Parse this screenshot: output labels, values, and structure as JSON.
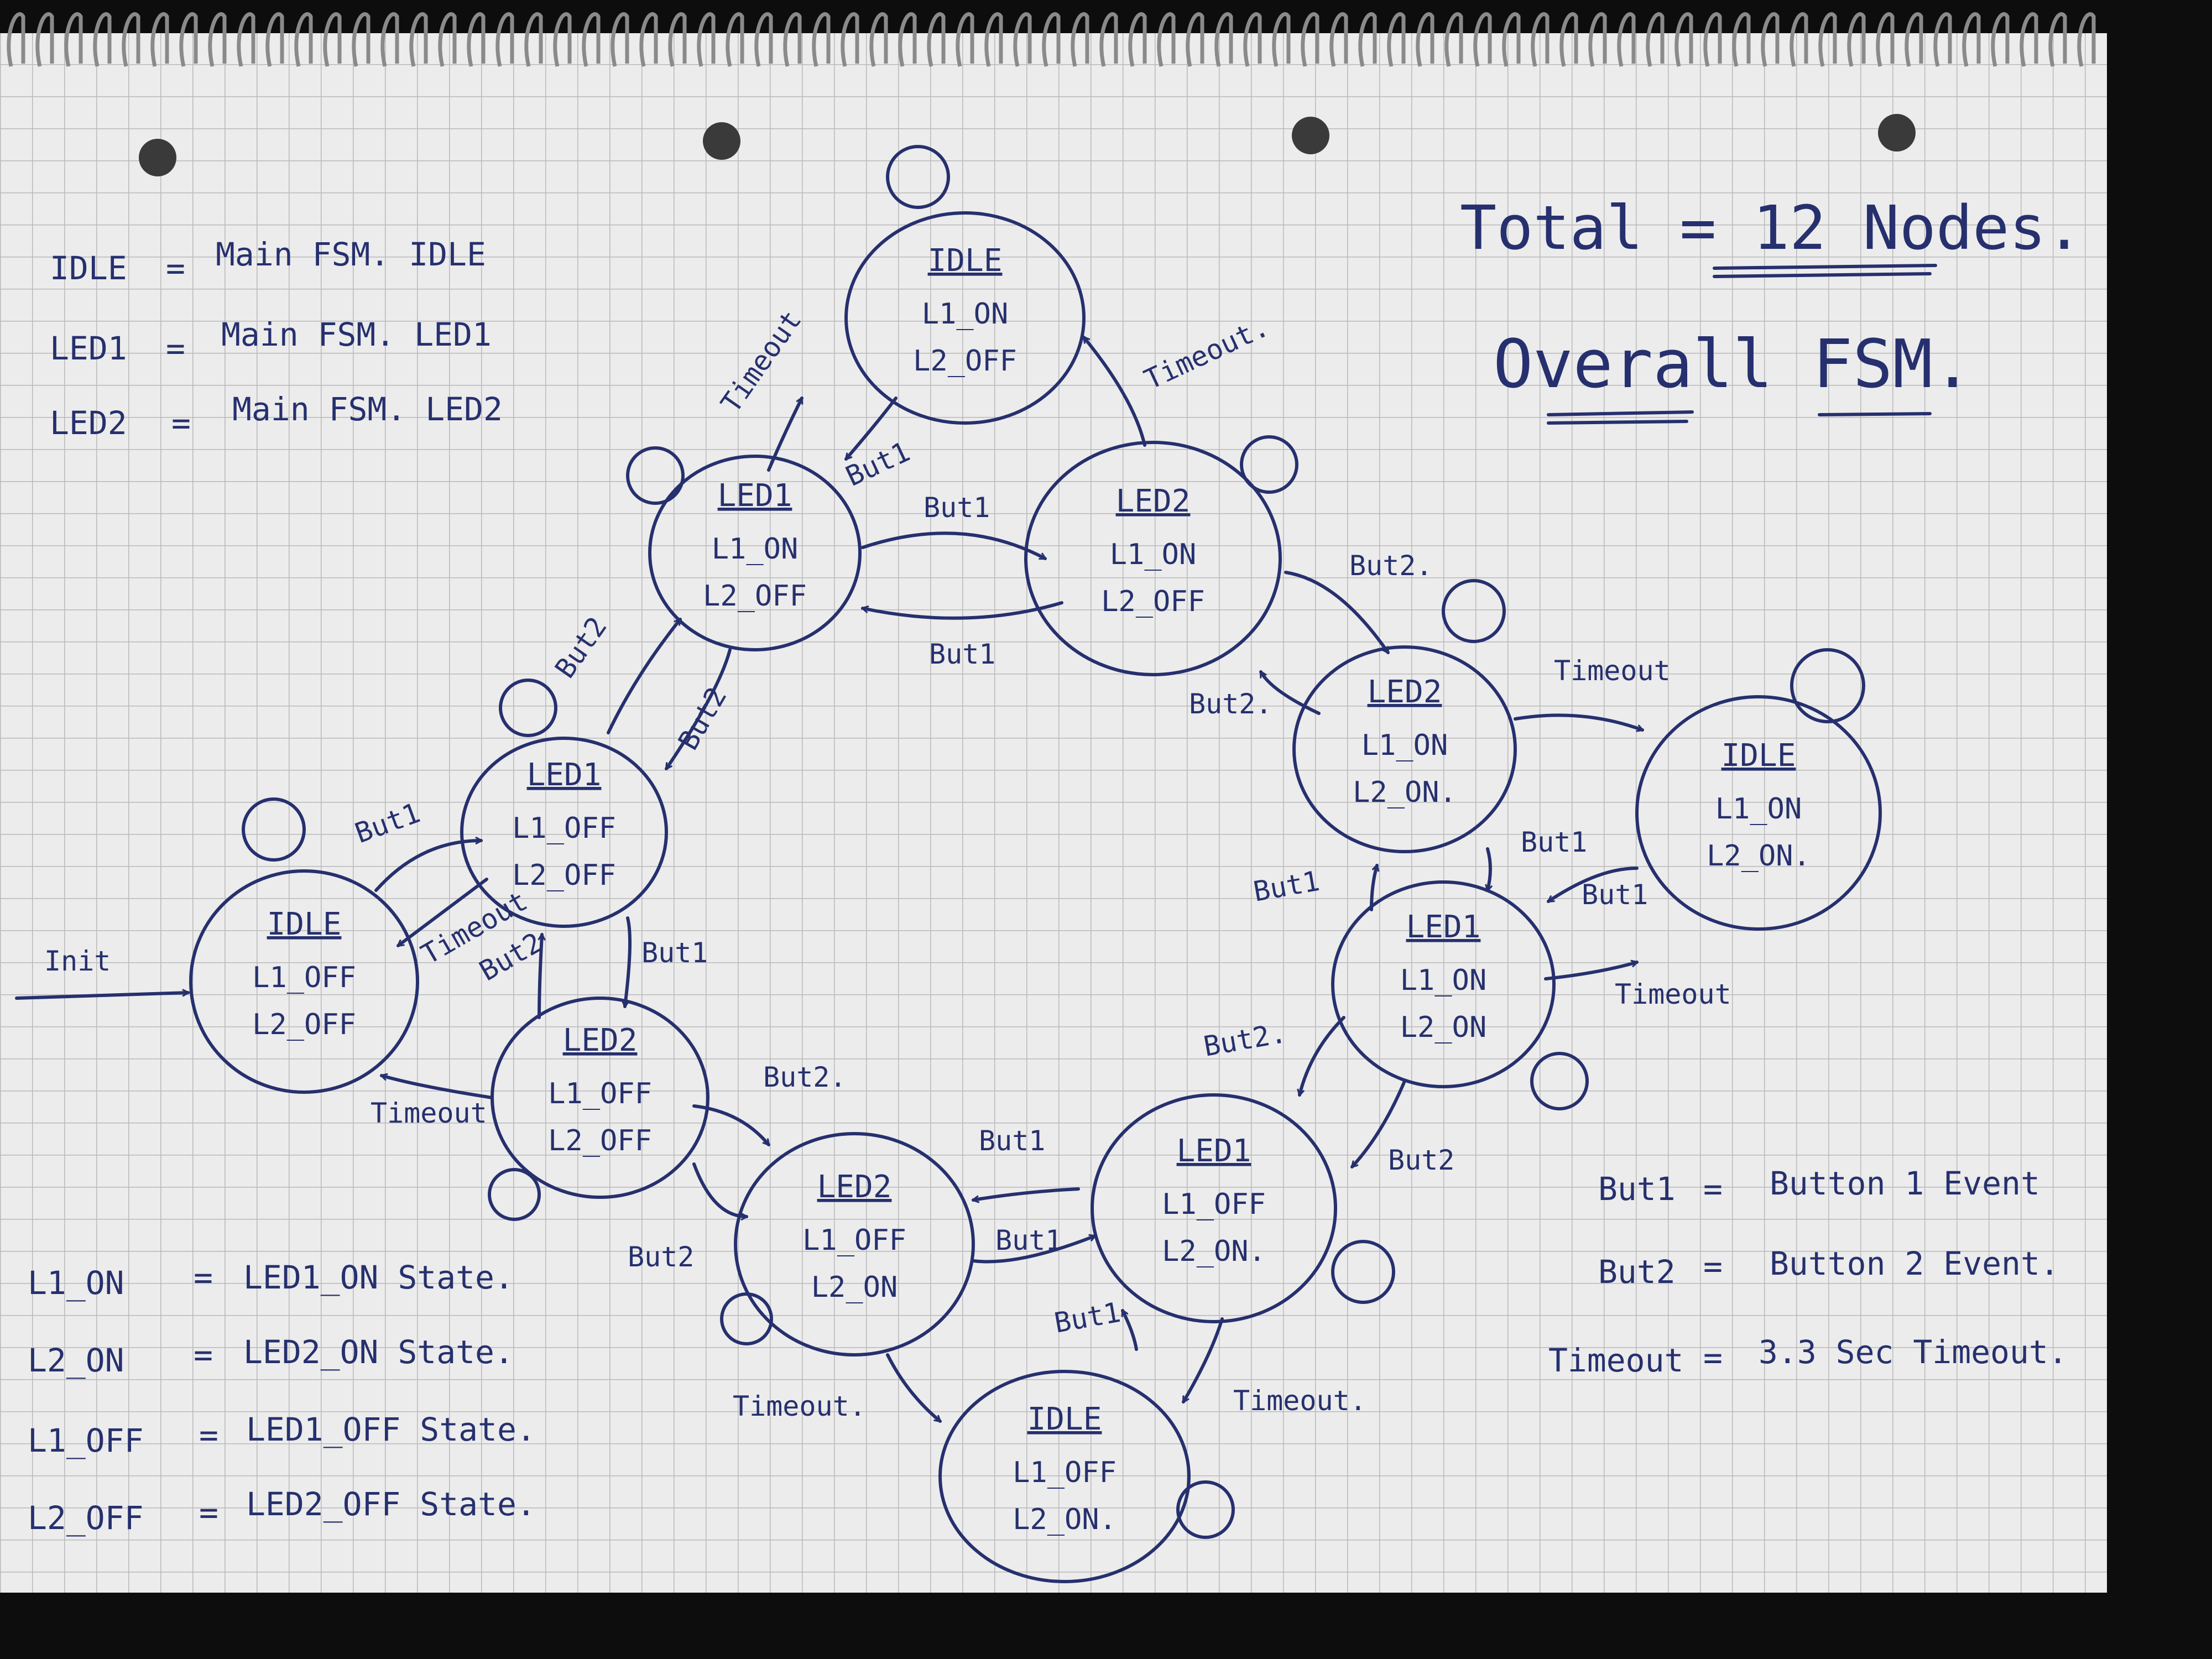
{
  "title": "Total = 12 Nodes.",
  "subtitle": "Overall FSM.",
  "legend_states": [
    {
      "abbr": "IDLE",
      "desc": "Main FSM. IDLE"
    },
    {
      "abbr": "LED1",
      "desc": "Main FSM. LED1"
    },
    {
      "abbr": "LED2",
      "desc": "Main FSM. LED2"
    }
  ],
  "legend_outputs": [
    {
      "abbr": "L1_ON",
      "desc": "LED1_ON State."
    },
    {
      "abbr": "L2_ON",
      "desc": "LED2_ON State."
    },
    {
      "abbr": "L1_OFF",
      "desc": "LED1_OFF State."
    },
    {
      "abbr": "L2_OFF",
      "desc": "LED2_OFF State."
    }
  ],
  "legend_events": [
    {
      "abbr": "But1",
      "desc": "Button 1 Event"
    },
    {
      "abbr": "But2",
      "desc": "Button 2 Event."
    },
    {
      "abbr": "Timeout",
      "desc": "3.3 Sec Timeout."
    }
  ],
  "init_label": "Init",
  "nodes": [
    {
      "id": "n1",
      "name": "IDLE",
      "l1": "L1_OFF",
      "l2": "L2_OFF"
    },
    {
      "id": "n2",
      "name": "LED1",
      "l1": "L1_OFF",
      "l2": "L2_OFF"
    },
    {
      "id": "n3",
      "name": "LED2",
      "l1": "L1_OFF",
      "l2": "L2_OFF"
    },
    {
      "id": "n4",
      "name": "LED1",
      "l1": "L1_ON",
      "l2": "L2_OFF"
    },
    {
      "id": "n5",
      "name": "IDLE",
      "l1": "L1_ON",
      "l2": "L2_OFF"
    },
    {
      "id": "n6",
      "name": "LED2",
      "l1": "L1_ON",
      "l2": "L2_OFF"
    },
    {
      "id": "n7",
      "name": "LED2",
      "l1": "L1_ON",
      "l2": "L2_ON."
    },
    {
      "id": "n8",
      "name": "IDLE",
      "l1": "L1_ON",
      "l2": "L2_ON."
    },
    {
      "id": "n9",
      "name": "LED1",
      "l1": "L1_ON",
      "l2": "L2_ON"
    },
    {
      "id": "n10",
      "name": "LED1",
      "l1": "L1_OFF",
      "l2": "L2_ON."
    },
    {
      "id": "n11",
      "name": "LED2",
      "l1": "L1_OFF",
      "l2": "L2_ON"
    },
    {
      "id": "n12",
      "name": "IDLE",
      "l1": "L1_OFF",
      "l2": "L2_ON."
    }
  ],
  "edges": [
    {
      "from": "n1",
      "to": "n2",
      "label": "But1"
    },
    {
      "from": "n2",
      "to": "n1",
      "label": "Timeout"
    },
    {
      "from": "n2",
      "to": "n3",
      "label": "But1"
    },
    {
      "from": "n3",
      "to": "n2",
      "label": "But2"
    },
    {
      "from": "n3",
      "to": "n1",
      "label": "Timeout"
    },
    {
      "from": "n2",
      "to": "n4",
      "label": "But2"
    },
    {
      "from": "n4",
      "to": "n2",
      "label": "But2"
    },
    {
      "from": "n4",
      "to": "n5",
      "label": "Timeout"
    },
    {
      "from": "n5",
      "to": "n4",
      "label": "But1"
    },
    {
      "from": "n4",
      "to": "n6",
      "label": "But1"
    },
    {
      "from": "n6",
      "to": "n4",
      "label": "But1"
    },
    {
      "from": "n6",
      "to": "n5",
      "label": "Timeout."
    },
    {
      "from": "n6",
      "to": "n7",
      "label": "But2."
    },
    {
      "from": "n7",
      "to": "n6",
      "label": "But2."
    },
    {
      "from": "n7",
      "to": "n8",
      "label": "Timeout"
    },
    {
      "from": "n8",
      "to": "n9",
      "label": "But1"
    },
    {
      "from": "n9",
      "to": "n8",
      "label": "Timeout"
    },
    {
      "from": "n7",
      "to": "n9",
      "label": "But1"
    },
    {
      "from": "n9",
      "to": "n7",
      "label": "But1"
    },
    {
      "from": "n9",
      "to": "n10",
      "label": "But2."
    },
    {
      "from": "n10",
      "to": "n9",
      "label": "But2"
    },
    {
      "from": "n10",
      "to": "n11",
      "label": "But1"
    },
    {
      "from": "n11",
      "to": "n10",
      "label": "But1"
    },
    {
      "from": "n11",
      "to": "n12",
      "label": "Timeout."
    },
    {
      "from": "n12",
      "to": "n10",
      "label": "But1"
    },
    {
      "from": "n10",
      "to": "n12",
      "label": "Timeout."
    },
    {
      "from": "n3",
      "to": "n11",
      "label": "But2"
    },
    {
      "from": "n11",
      "to": "n3",
      "label": "But2."
    }
  ]
}
